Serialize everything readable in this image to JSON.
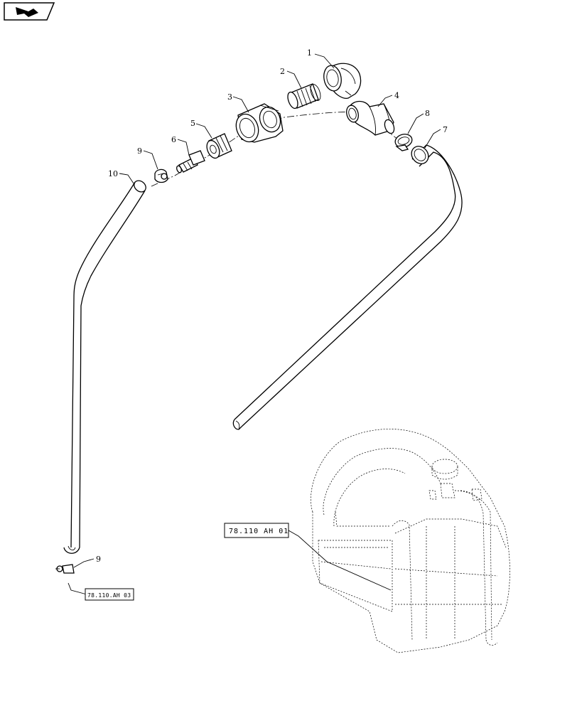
{
  "nav_button": {
    "icon": "forward-arrow-icon"
  },
  "callouts": {
    "c1": "1",
    "c2": "2",
    "c3": "3",
    "c4": "4",
    "c5": "5",
    "c6": "6",
    "c7": "7",
    "c8": "8",
    "c9_top": "9",
    "c9_bottom": "9",
    "c10": "10"
  },
  "references": {
    "tank_ref": "78.110 AH 01",
    "hose_ref": "78.110.AH 03"
  }
}
